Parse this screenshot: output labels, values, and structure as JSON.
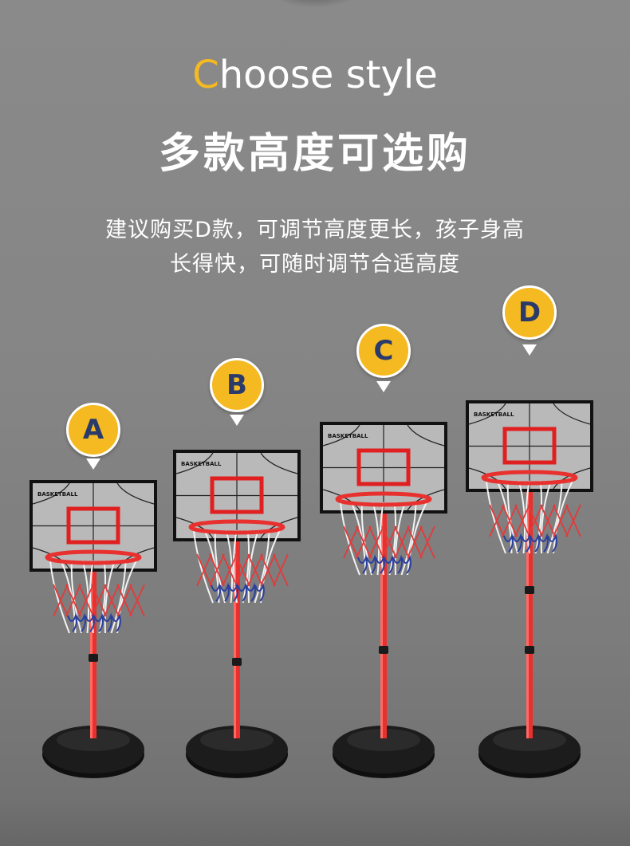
{
  "header": {
    "title_first_letter": "C",
    "title_rest": "hoose style",
    "title_cn": "多款高度可选购",
    "desc_line1": "建议购买D款，可调节高度更长，孩子身高",
    "desc_line2": "长得快，可随时调节合适高度"
  },
  "options": [
    {
      "label": "A",
      "backboard_text": "BASKETBALL"
    },
    {
      "label": "B",
      "backboard_text": "BASKETBALL"
    },
    {
      "label": "C",
      "backboard_text": "BASKETBALL"
    },
    {
      "label": "D",
      "backboard_text": "BASKETBALL"
    }
  ],
  "colors": {
    "accent": "#f5b921",
    "badge_text": "#2a3a6a",
    "pole": "#e8312e",
    "rim": "#e8312e",
    "backboard": "#b9b9b9",
    "backboard_frame": "#111111",
    "base": "#1c1c1c",
    "net_red": "#e23b3b",
    "net_blue": "#2b3f9e",
    "net_white": "#f2f2f2"
  }
}
